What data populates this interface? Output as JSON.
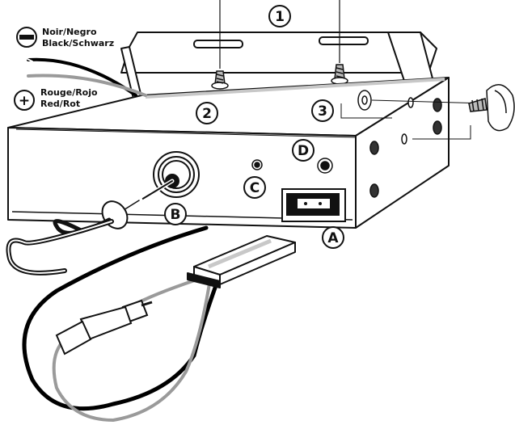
{
  "callouts": {
    "bracket": "1",
    "screws": "2",
    "side_knob": "3",
    "power_socket": "A",
    "antenna_socket": "B",
    "jack_c": "C",
    "jack_d": "D"
  },
  "legend": {
    "negative_symbol": "−",
    "negative_line1": "Noir/Negro",
    "negative_line2": "Black/Schwarz",
    "positive_symbol": "+",
    "positive_line1": "Rouge/Rojo",
    "positive_line2": "Red/Rot"
  },
  "colors": {
    "ink": "#111111",
    "black_wire": "#000000",
    "red_wire_gray": "#9a9a9a",
    "highlight": "#c8c8c8",
    "background": "#ffffff"
  }
}
